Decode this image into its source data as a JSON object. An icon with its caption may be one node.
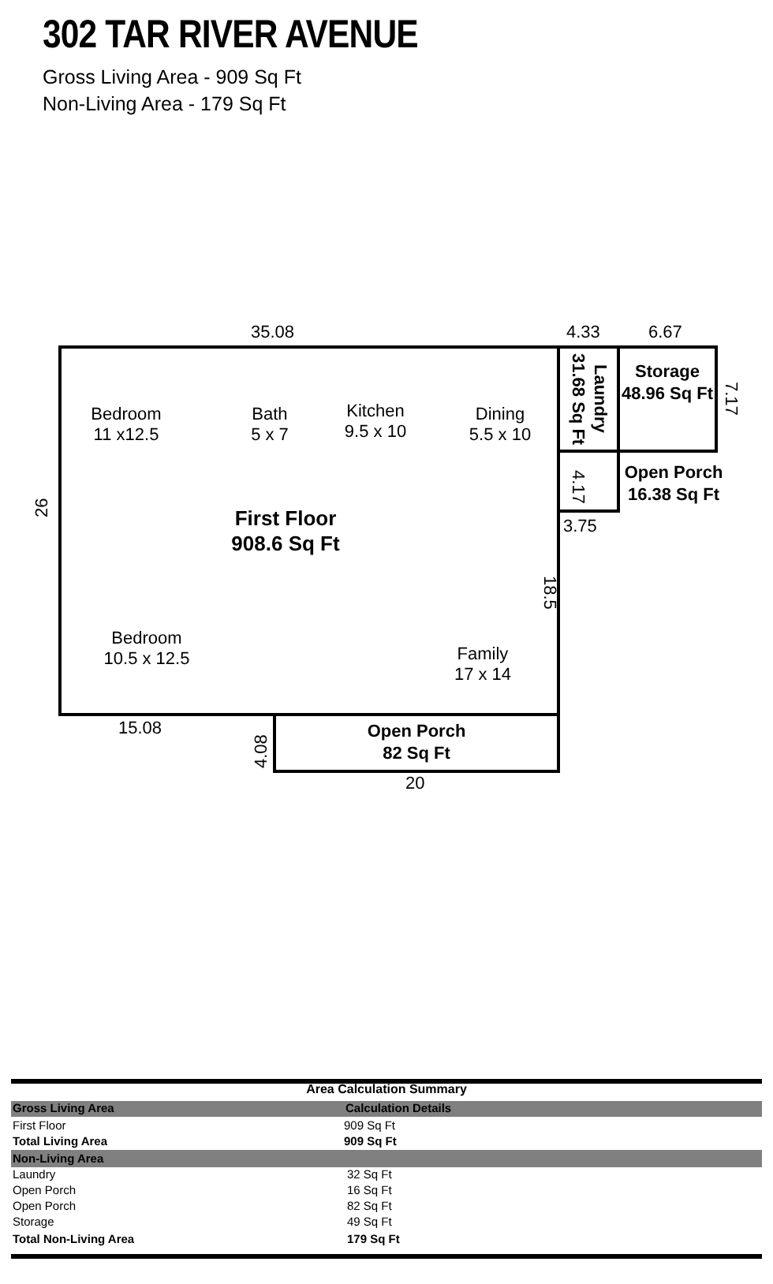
{
  "diagram": {
    "title": "302 TAR RIVER AVENUE",
    "nodes": [
      {
        "text": [
          "First Floor",
          "908.6 Sq Ft"
        ]
      },
      {
        "text": [
          "Laundry",
          "31.68 Sq Ft"
        ]
      },
      {
        "text": [
          "Storage",
          "48.96 Sq Ft"
        ]
      },
      {
        "text": [
          "Open Porch",
          "16.38 Sq Ft"
        ]
      },
      {
        "text": [
          "Open Porch",
          "82 Sq Ft"
        ]
      }
    ],
    "edges": [],
    "labels": [
      "Gross Living Area - 909 Sq Ft",
      "Non-Living Area - 179 Sq Ft",
      "35.08",
      "4.33",
      "6.67",
      "7.17",
      "Bedroom 11 x12.5",
      "Bath 5 x 7",
      "Kitchen 9.5 x 10",
      "Dining 5.5 x 10",
      "26",
      "4.17",
      "3.75",
      "18.5",
      "Bedroom 10.5 x 12.5",
      "Family 17 x 14",
      "15.08",
      "4.08",
      "20",
      "Area Calculation Summary",
      "Gross Living Area",
      "Calculation Details",
      "First Floor",
      "909 Sq Ft",
      "Total Living Area",
      "909 Sq Ft",
      "Non-Living Area",
      "Laundry",
      "32 Sq Ft",
      "Open Porch",
      "16 Sq Ft",
      "Open Porch",
      "82 Sq Ft",
      "Storage",
      "49 Sq Ft",
      "Total Non-Living Area",
      "179 Sq Ft"
    ]
  }
}
